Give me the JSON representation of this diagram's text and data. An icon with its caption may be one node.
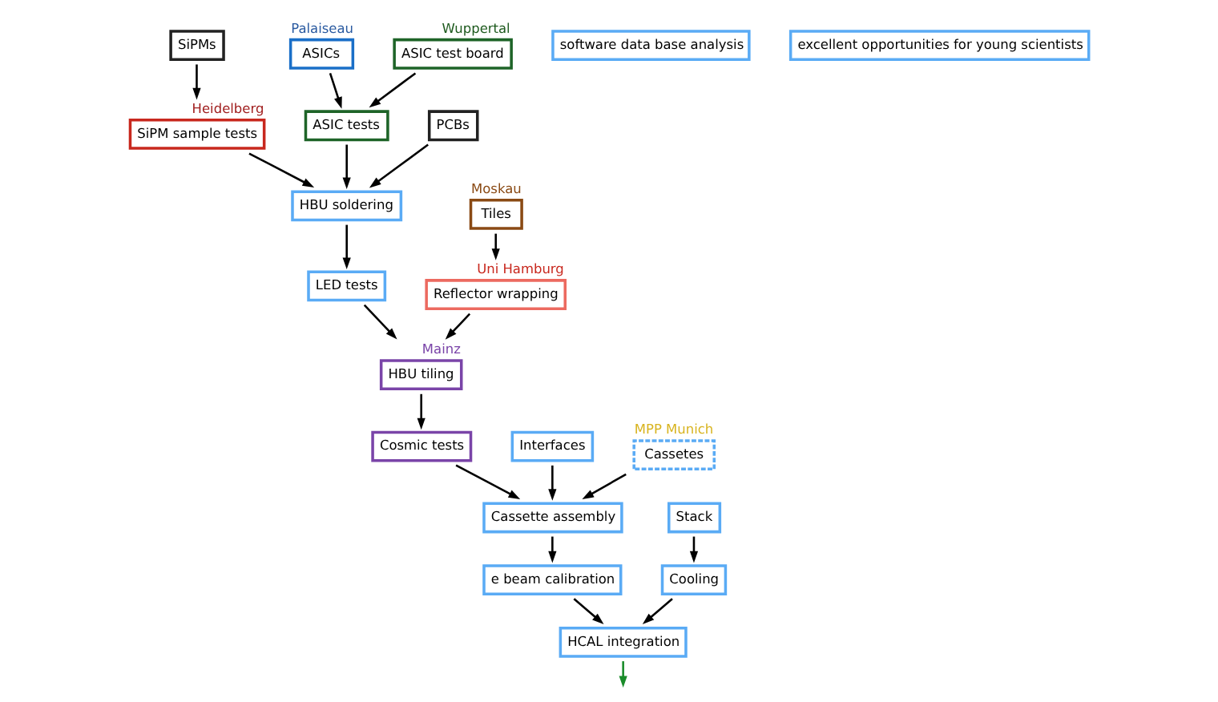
{
  "diagram": {
    "nodes": [
      {
        "text": [
          "SiPMs"
        ]
      },
      {
        "text": [
          "SiPM sample tests"
        ],
        "beside": [
          "Heidelberg"
        ]
      },
      {
        "text": [
          "ASICs"
        ],
        "beside": [
          "Palaiseau"
        ]
      },
      {
        "text": [
          "ASIC tests"
        ]
      },
      {
        "text": [
          "ASIC test board"
        ],
        "beside": [
          "Wuppertal"
        ]
      },
      {
        "text": [
          "HBU soldering"
        ]
      },
      {
        "text": [
          "PCBs"
        ]
      },
      {
        "text": [
          "LED tests"
        ]
      },
      {
        "text": [
          "HBU tiling"
        ],
        "beside": [
          "Mainz"
        ]
      },
      {
        "text": [
          "Tiles"
        ],
        "beside": [
          "Moskau"
        ]
      },
      {
        "text": [
          "Reflector wrapping"
        ],
        "beside": [
          "Uni Hamburg"
        ]
      },
      {
        "text": [
          "Cosmic tests"
        ]
      },
      {
        "text": [
          "Interfaces"
        ]
      },
      {
        "text": [
          "Cassette assembly"
        ]
      },
      {
        "text": [
          "Cassetes"
        ],
        "beside": [
          "MPP Munich"
        ]
      },
      {
        "text": [
          "e beam calibration"
        ]
      },
      {
        "text": [
          "Stack"
        ]
      },
      {
        "text": [
          "Cooling"
        ]
      },
      {
        "text": [
          "HCAL integration"
        ]
      },
      {
        "text": [
          "software data base analysis"
        ]
      },
      {
        "text": [
          "excellent opportunities for young scientists"
        ]
      }
    ],
    "edges": [
      {
        "from": 0,
        "to": 1,
        "arrow": "to"
      },
      {
        "from": 2,
        "to": 3,
        "arrow": "to"
      },
      {
        "from": 1,
        "to": 5,
        "arrow": "to"
      },
      {
        "from": 3,
        "to": 5,
        "arrow": "to"
      },
      {
        "from": 4,
        "to": 3,
        "arrow": "to"
      },
      {
        "from": 6,
        "to": 5,
        "arrow": "to"
      },
      {
        "from": 5,
        "to": 7,
        "arrow": "to"
      },
      {
        "from": 7,
        "to": 8,
        "arrow": "to"
      },
      {
        "from": 9,
        "to": 10,
        "arrow": "to"
      },
      {
        "from": 10,
        "to": 8,
        "arrow": "to"
      },
      {
        "from": 8,
        "to": 11,
        "arrow": "to"
      },
      {
        "from": 11,
        "to": 13,
        "arrow": "to"
      },
      {
        "from": 12,
        "to": 13,
        "arrow": "to"
      },
      {
        "from": 14,
        "to": 13,
        "arrow": "to"
      },
      {
        "from": 13,
        "to": 15,
        "arrow": "to"
      },
      {
        "from": 15,
        "to": 18,
        "arrow": "to"
      },
      {
        "from": 16,
        "to": 17,
        "arrow": "to"
      },
      {
        "from": 17,
        "to": 18,
        "arrow": "to"
      },
      {
        "from": 18,
        "to": null,
        "arrow": "to",
        "color": "#1a8c2a"
      }
    ]
  }
}
